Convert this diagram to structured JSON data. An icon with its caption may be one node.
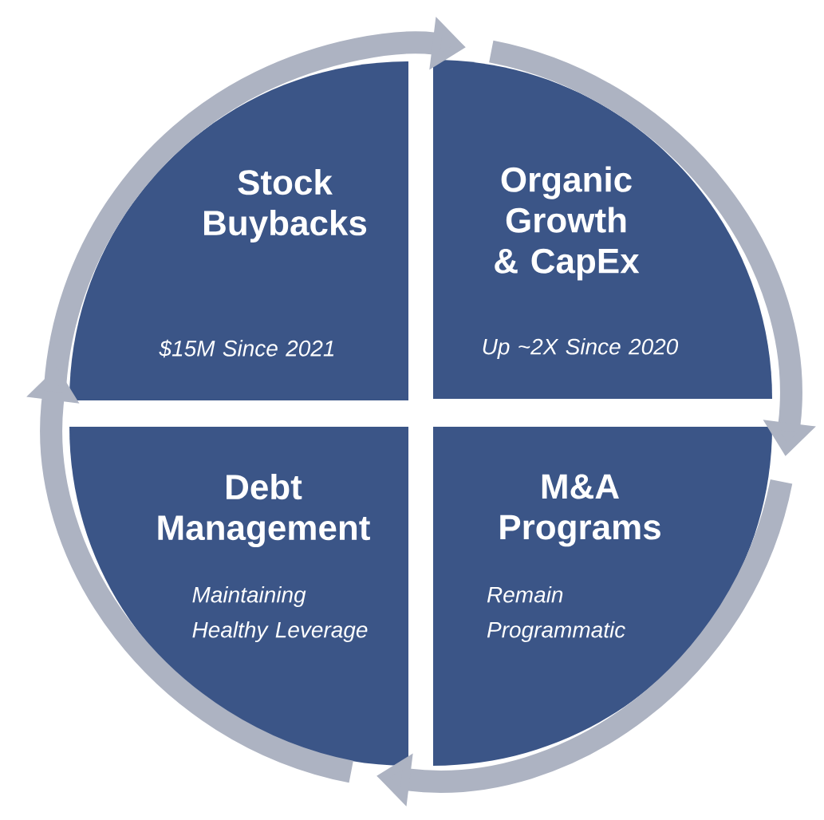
{
  "diagram": {
    "nodes": [
      {
        "text": [
          "Stock Buybacks",
          "$15M Since 2021"
        ]
      },
      {
        "text": [
          "Organic Growth & CapEx",
          "Up ~2X Since 2020"
        ]
      },
      {
        "text": [
          "M&A Programs",
          "Remain Programmatic"
        ]
      },
      {
        "text": [
          "Debt Management",
          "Maintaining Healthy Leverage"
        ]
      }
    ],
    "edges": [
      {
        "from": 0,
        "to": 1,
        "arrow": "to"
      },
      {
        "from": 1,
        "to": 2,
        "arrow": "to"
      },
      {
        "from": 2,
        "to": 3,
        "arrow": "to"
      },
      {
        "from": 3,
        "to": 0,
        "arrow": "to"
      }
    ]
  }
}
